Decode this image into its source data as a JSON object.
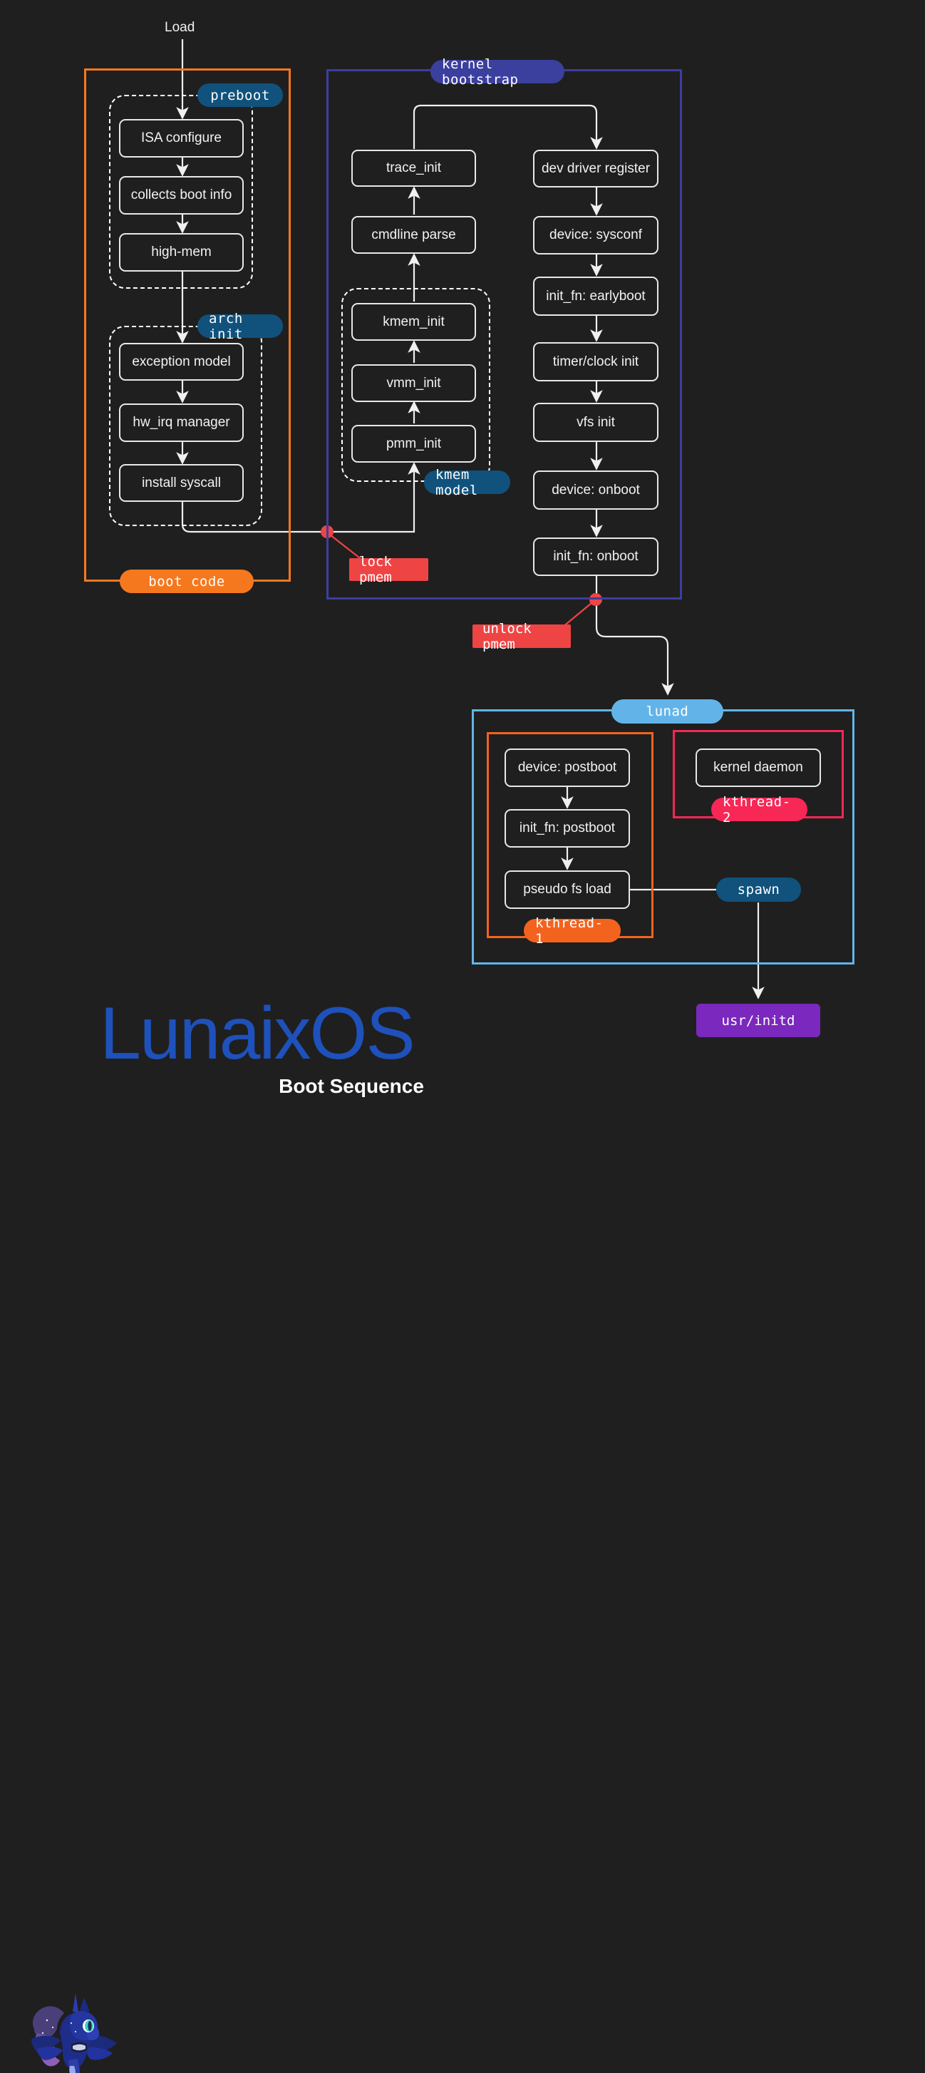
{
  "diagram": {
    "title": "Boot Sequence",
    "brand": "LunaixOS",
    "entry_label": "Load"
  },
  "colors": {
    "background": "#1f1f1f",
    "boot_code": "#f5781f",
    "kernel_bootstrap": "#3b3f9e",
    "lunad": "#62b4e8",
    "kthread1": "#f4631e",
    "kthread2": "#f72756",
    "stage_tag": "#10527c",
    "lock_tag": "#ef4444",
    "initd": "#7a28bd",
    "node_border": "#e8e8e8",
    "wire": "#f0f0f0"
  },
  "groups": {
    "boot_code": {
      "label": "boot code",
      "color": "#f5781f"
    },
    "kernel_bootstrap": {
      "label": "kernel bootstrap",
      "color": "#3b3f9e"
    },
    "lunad": {
      "label": "lunad",
      "color": "#62b4e8"
    },
    "kthread_1": {
      "label": "kthread-1",
      "color": "#f4631e"
    },
    "kthread_2": {
      "label": "kthread-2",
      "color": "#f72756"
    },
    "preboot": {
      "label": "preboot",
      "color": "#10527c"
    },
    "arch_init": {
      "label": "arch init",
      "color": "#10527c"
    },
    "kmem_model": {
      "label": "kmem model",
      "color": "#10527c"
    },
    "spawn": {
      "label": "spawn",
      "color": "#10527c"
    }
  },
  "markers": {
    "lock_pmem": {
      "label": "lock pmem",
      "color": "#ef4444"
    },
    "unlock_pmem": {
      "label": "unlock pmem",
      "color": "#ef4444"
    }
  },
  "nodes": {
    "preboot": [
      {
        "id": "isa-configure",
        "label": "ISA configure"
      },
      {
        "id": "collects-boot-info",
        "label": "collects boot info"
      },
      {
        "id": "high-mem",
        "label": "high-mem"
      }
    ],
    "arch_init": [
      {
        "id": "exception-model",
        "label": "exception model"
      },
      {
        "id": "hw-irq-manager",
        "label": "hw_irq manager"
      },
      {
        "id": "install-syscall",
        "label": "install syscall"
      }
    ],
    "kernel_left": [
      {
        "id": "trace-init",
        "label": "trace_init"
      },
      {
        "id": "cmdline-parse",
        "label": "cmdline parse"
      }
    ],
    "kmem_model": [
      {
        "id": "kmem-init",
        "label": "kmem_init"
      },
      {
        "id": "vmm-init",
        "label": "vmm_init"
      },
      {
        "id": "pmm-init",
        "label": "pmm_init"
      }
    ],
    "kernel_right": [
      {
        "id": "dev-driver-register",
        "label": "dev driver register"
      },
      {
        "id": "device-sysconf",
        "label": "device: sysconf"
      },
      {
        "id": "init-fn-earlyboot",
        "label": "init_fn: earlyboot"
      },
      {
        "id": "timer-clock-init",
        "label": "timer/clock init"
      },
      {
        "id": "vfs-init",
        "label": "vfs init"
      },
      {
        "id": "device-onboot",
        "label": "device: onboot"
      },
      {
        "id": "init-fn-onboot",
        "label": "init_fn: onboot"
      }
    ],
    "kthread_1": [
      {
        "id": "device-postboot",
        "label": "device: postboot"
      },
      {
        "id": "init-fn-postboot",
        "label": "init_fn: postboot"
      },
      {
        "id": "pseudo-fs-load",
        "label": "pseudo fs load"
      }
    ],
    "kthread_2": [
      {
        "id": "kernel-daemon",
        "label": "kernel daemon"
      }
    ],
    "terminal": {
      "id": "usr-initd",
      "label": "usr/initd",
      "color": "#7a28bd"
    }
  }
}
